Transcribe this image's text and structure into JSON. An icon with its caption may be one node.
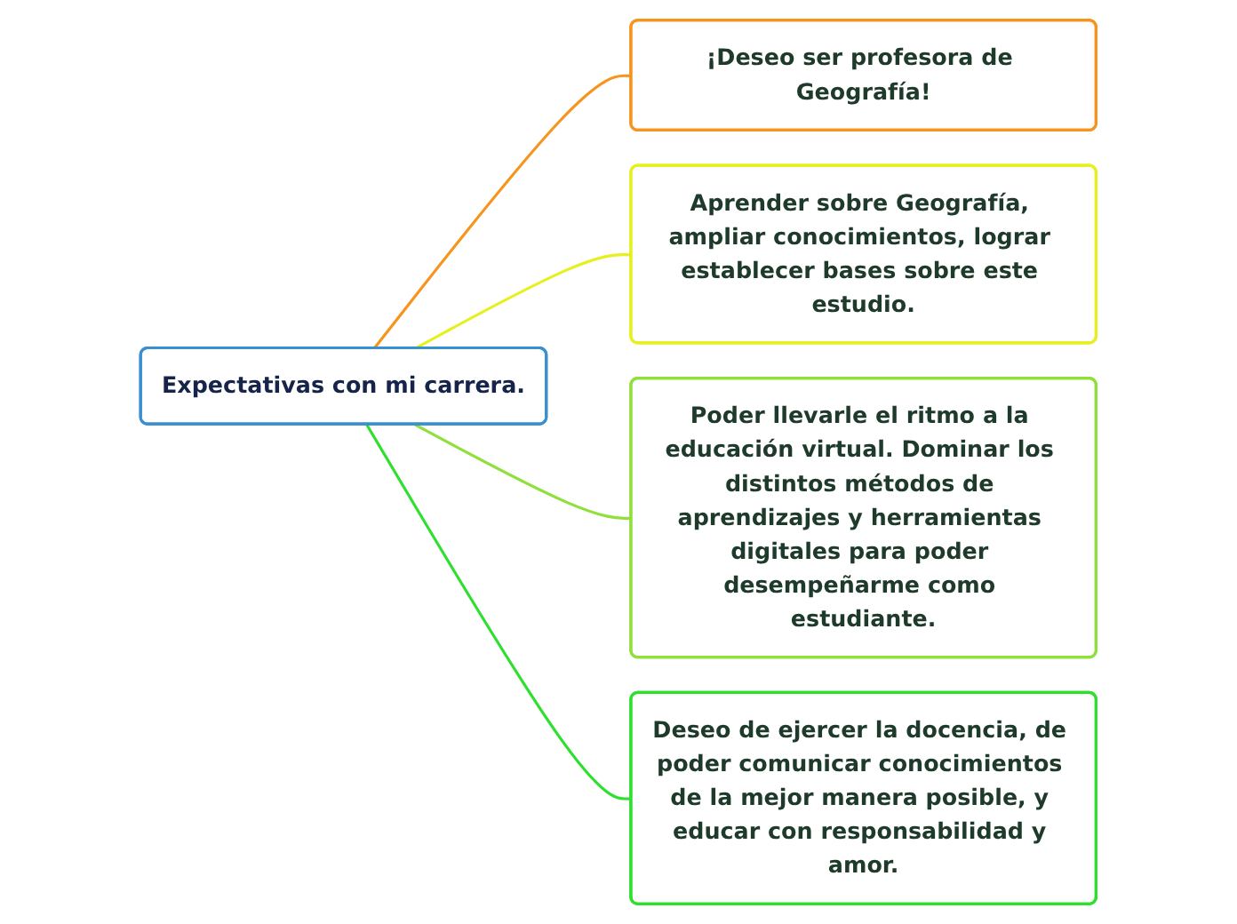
{
  "diagram": {
    "nodes": [
      {
        "text": [
          "Expectativas con mi carrera."
        ]
      },
      {
        "text": [
          "¡Deseo ser profesora de Geografía!"
        ]
      },
      {
        "text": [
          "Aprender sobre Geografía, ampliar conocimientos, lograr establecer bases sobre este estudio."
        ]
      },
      {
        "text": [
          "Poder llevarle el ritmo a la educación virtual. Dominar los distintos métodos de aprendizajes y herramientas digitales para poder desempeñarme como estudiante."
        ]
      },
      {
        "text": [
          "Deseo de ejercer la docencia, de poder comunicar conocimientos de la mejor manera posible, y educar con responsabilidad y amor."
        ]
      }
    ],
    "edges": [
      {
        "from": 0,
        "to": 1,
        "arrow": "none",
        "color": "#f7941d"
      },
      {
        "from": 0,
        "to": 2,
        "arrow": "none",
        "color": "#e6f01e"
      },
      {
        "from": 0,
        "to": 3,
        "arrow": "none",
        "color": "#8fe03a"
      },
      {
        "from": 0,
        "to": 4,
        "arrow": "none",
        "color": "#2ee02e"
      }
    ]
  }
}
